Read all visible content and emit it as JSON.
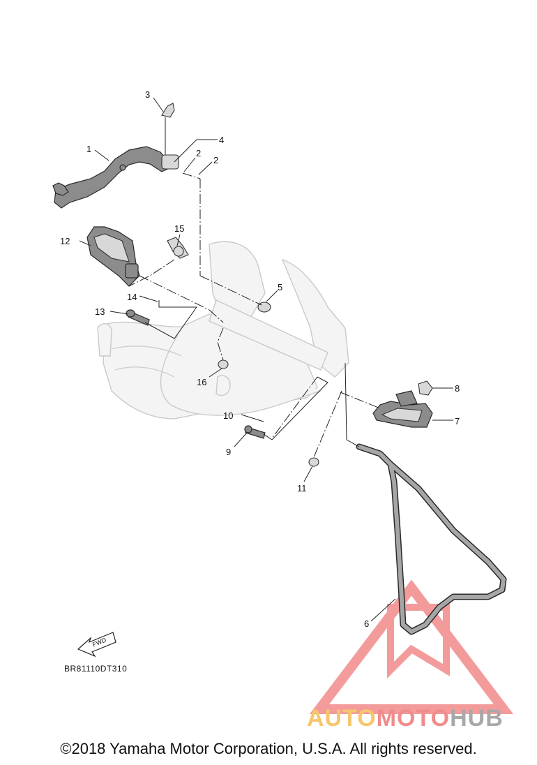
{
  "diagram": {
    "drawing_code": "BR81110DT310",
    "fwd_label": "FWD",
    "callouts": [
      {
        "id": "c1",
        "label": "1"
      },
      {
        "id": "c2a",
        "label": "2"
      },
      {
        "id": "c2b",
        "label": "2"
      },
      {
        "id": "c3",
        "label": "3"
      },
      {
        "id": "c4",
        "label": "4"
      },
      {
        "id": "c5",
        "label": "5"
      },
      {
        "id": "c6",
        "label": "6"
      },
      {
        "id": "c7",
        "label": "7"
      },
      {
        "id": "c8",
        "label": "8"
      },
      {
        "id": "c9",
        "label": "9"
      },
      {
        "id": "c10",
        "label": "10"
      },
      {
        "id": "c11",
        "label": "11"
      },
      {
        "id": "c12",
        "label": "12"
      },
      {
        "id": "c13",
        "label": "13"
      },
      {
        "id": "c14",
        "label": "14"
      },
      {
        "id": "c15",
        "label": "15"
      },
      {
        "id": "c16",
        "label": "16"
      }
    ]
  },
  "watermark": {
    "word_part1": "AUTO",
    "word_part2": "MOTO",
    "word_part3": "HUB",
    "colors": {
      "primary": "#f6c66c",
      "secondary": "#f08c8c",
      "neutral": "#a8a8a8"
    }
  },
  "footer": {
    "copyright": "©2018 Yamaha Motor Corporation, U.S.A. All rights reserved."
  }
}
